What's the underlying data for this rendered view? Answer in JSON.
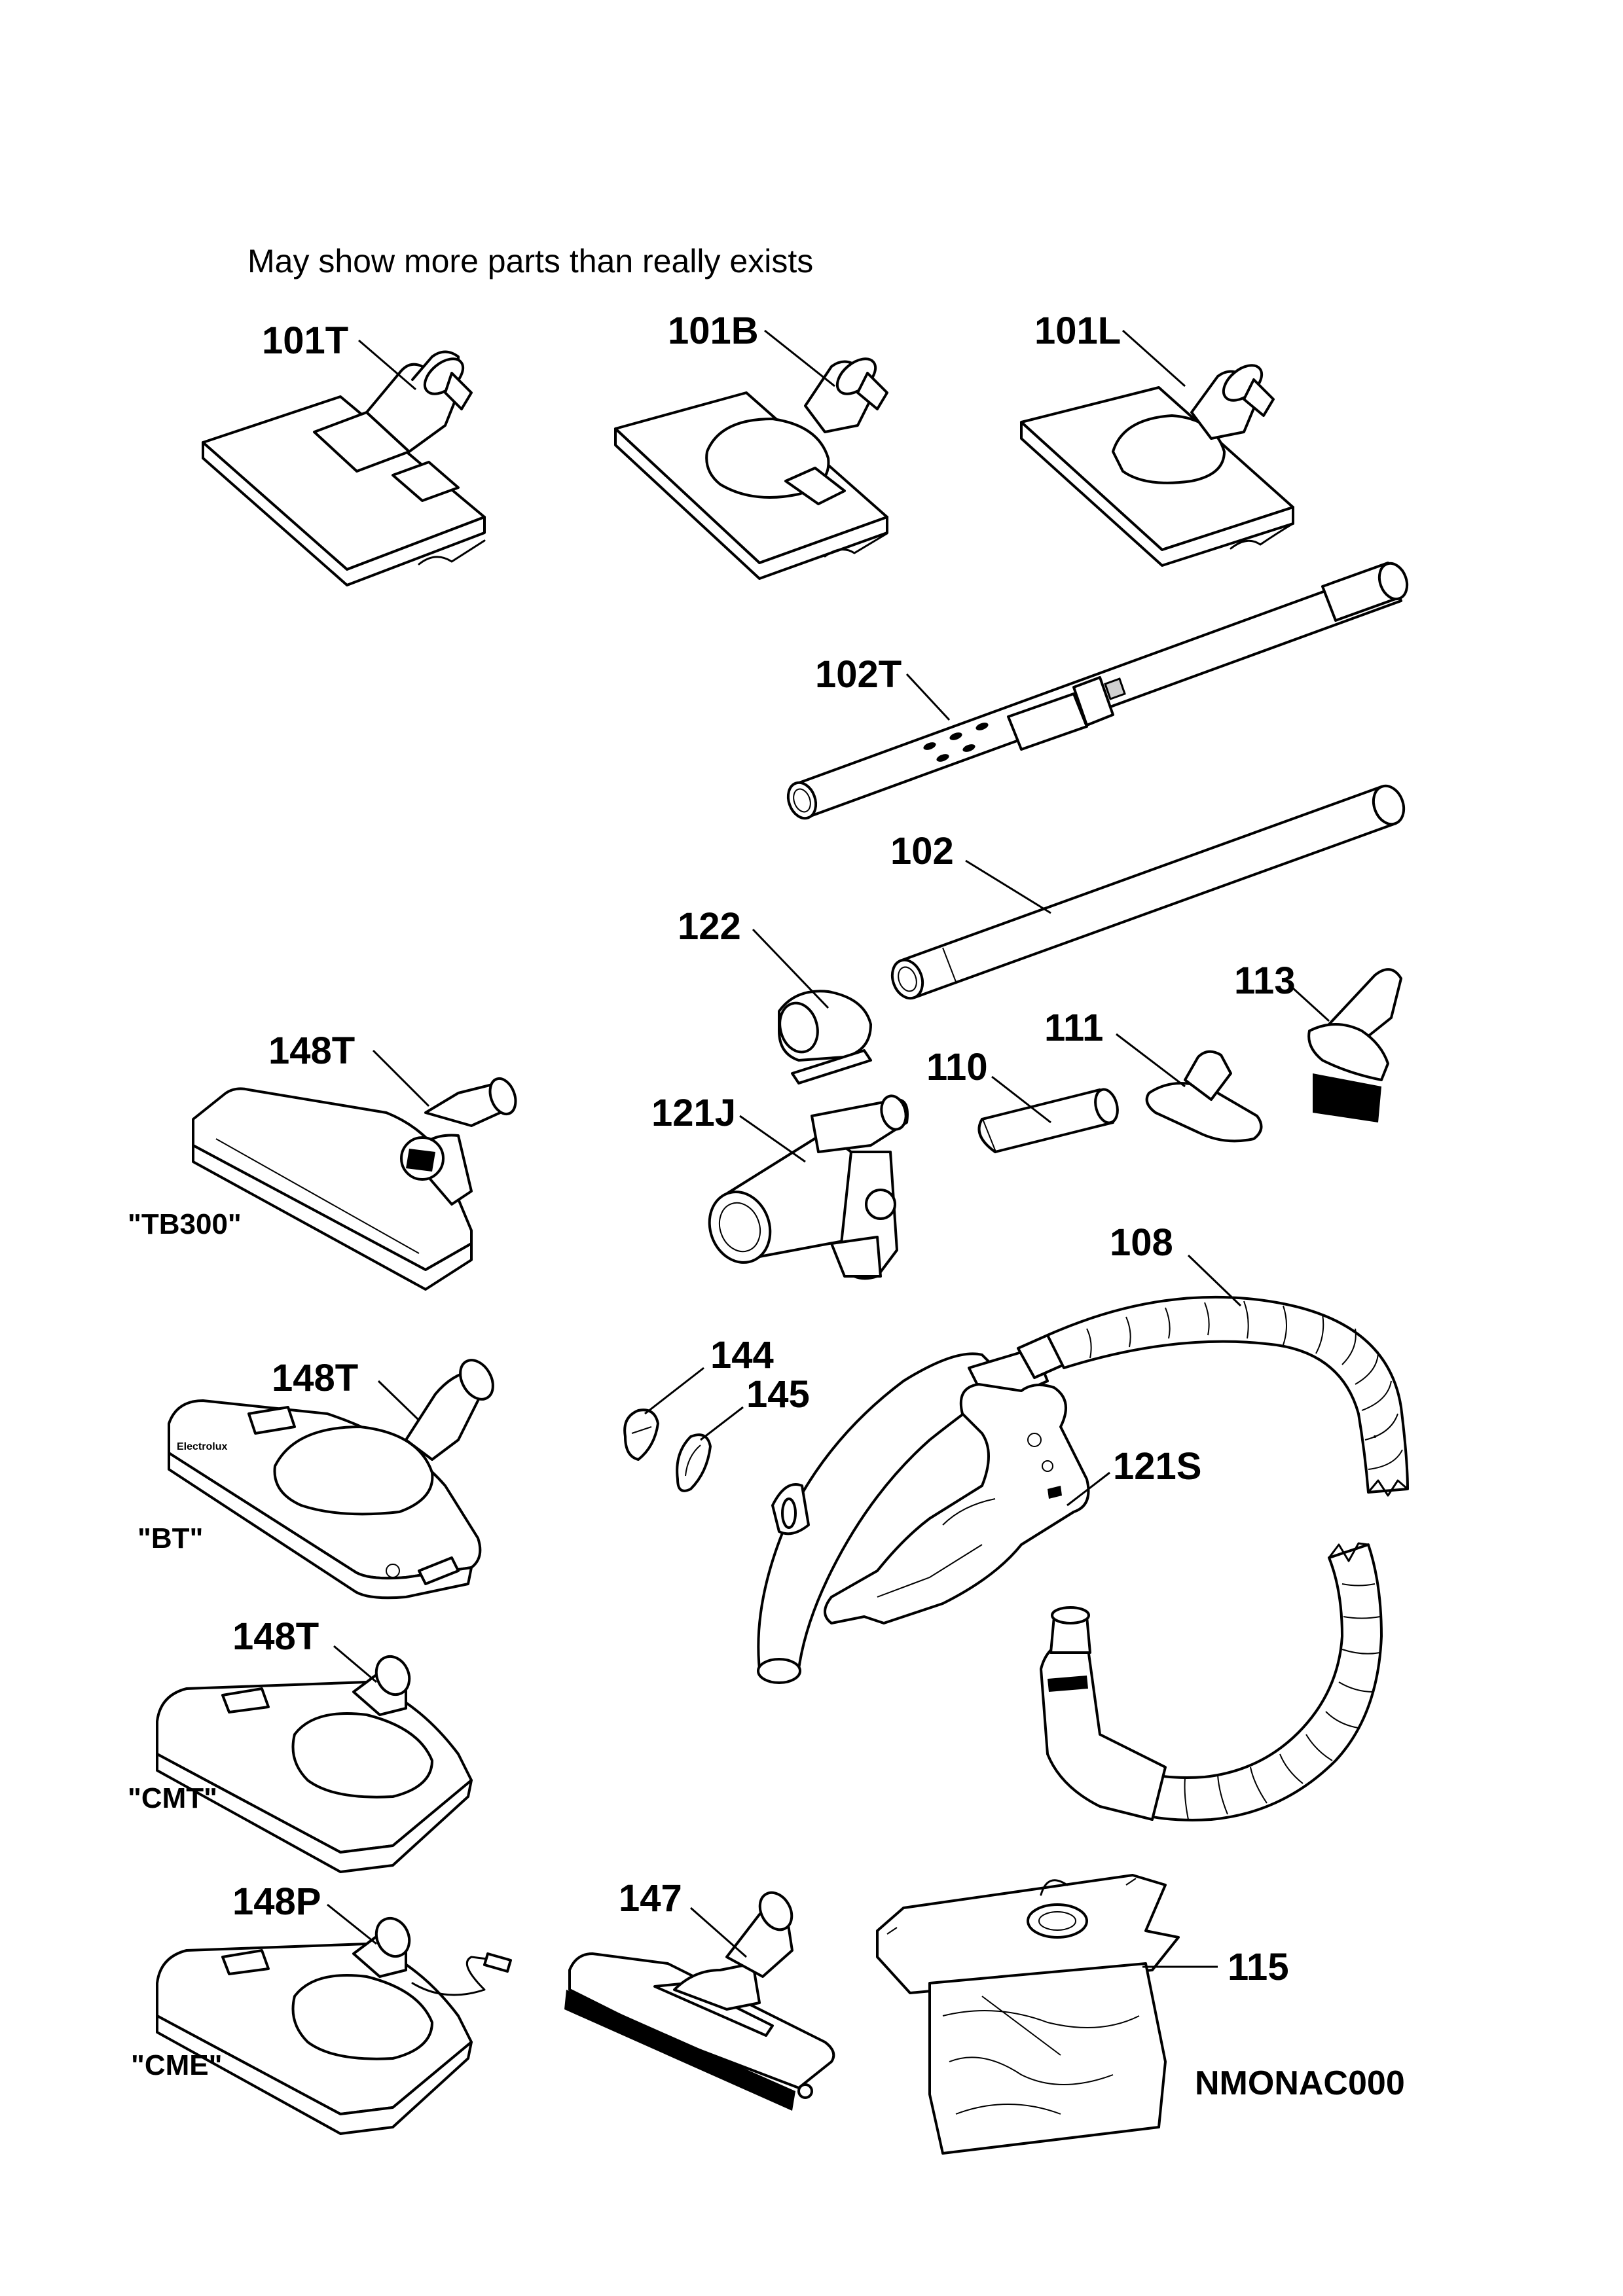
{
  "note": "May show more parts than really exists",
  "catalog_code": "NMONAC000",
  "parts": {
    "p101T": "101T",
    "p101B": "101B",
    "p101L": "101L",
    "p102T": "102T",
    "p102": "102",
    "p122": "122",
    "p113": "113",
    "p111": "111",
    "p110": "110",
    "p121J": "121J",
    "p148T_tb300": "148T",
    "p108": "108",
    "p144": "144",
    "p145": "145",
    "p121S": "121S",
    "p148T_bt": "148T",
    "p148T_cmt": "148T",
    "p148P": "148P",
    "p147": "147",
    "p115": "115"
  },
  "variants": {
    "tb300": "\"TB300\"",
    "bt": "\"BT\"",
    "cmt": "\"CMT\"",
    "cme": "\"CME\""
  },
  "brand_mark": "Electrolux"
}
